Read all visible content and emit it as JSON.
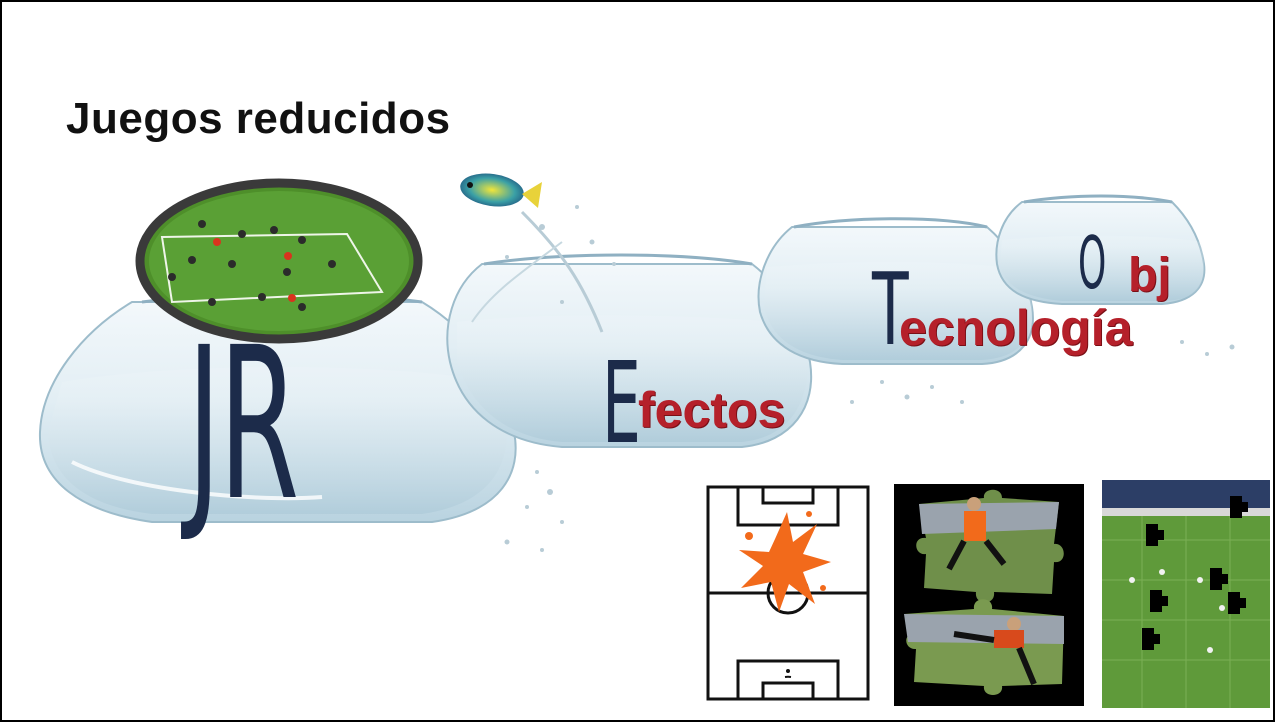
{
  "title": "Juegos reducidos",
  "bowls": {
    "jr_label": "JR",
    "efectos_initial": "E",
    "efectos_rest": "fectos",
    "tecnologia_initial": "T",
    "tecnologia_rest": "ecnología",
    "obj_initial": "O",
    "obj_rest": "bj"
  },
  "colors": {
    "title": "#111111",
    "initials": "#1c2b4a",
    "word_red": "#b5202a",
    "pitch_green": "#4e8f2a",
    "splash_orange": "#f26a1b",
    "ellipse_border": "#3a3a3a"
  },
  "images": {
    "top_photo": "football-training-photo",
    "fish": "tropical-fish-icon",
    "thumb_1": "football-pitch-diagram-with-orange-splash",
    "thumb_2": "goalkeeper-puzzle-pieces",
    "thumb_3": "football-pitch-puzzle-photo"
  }
}
